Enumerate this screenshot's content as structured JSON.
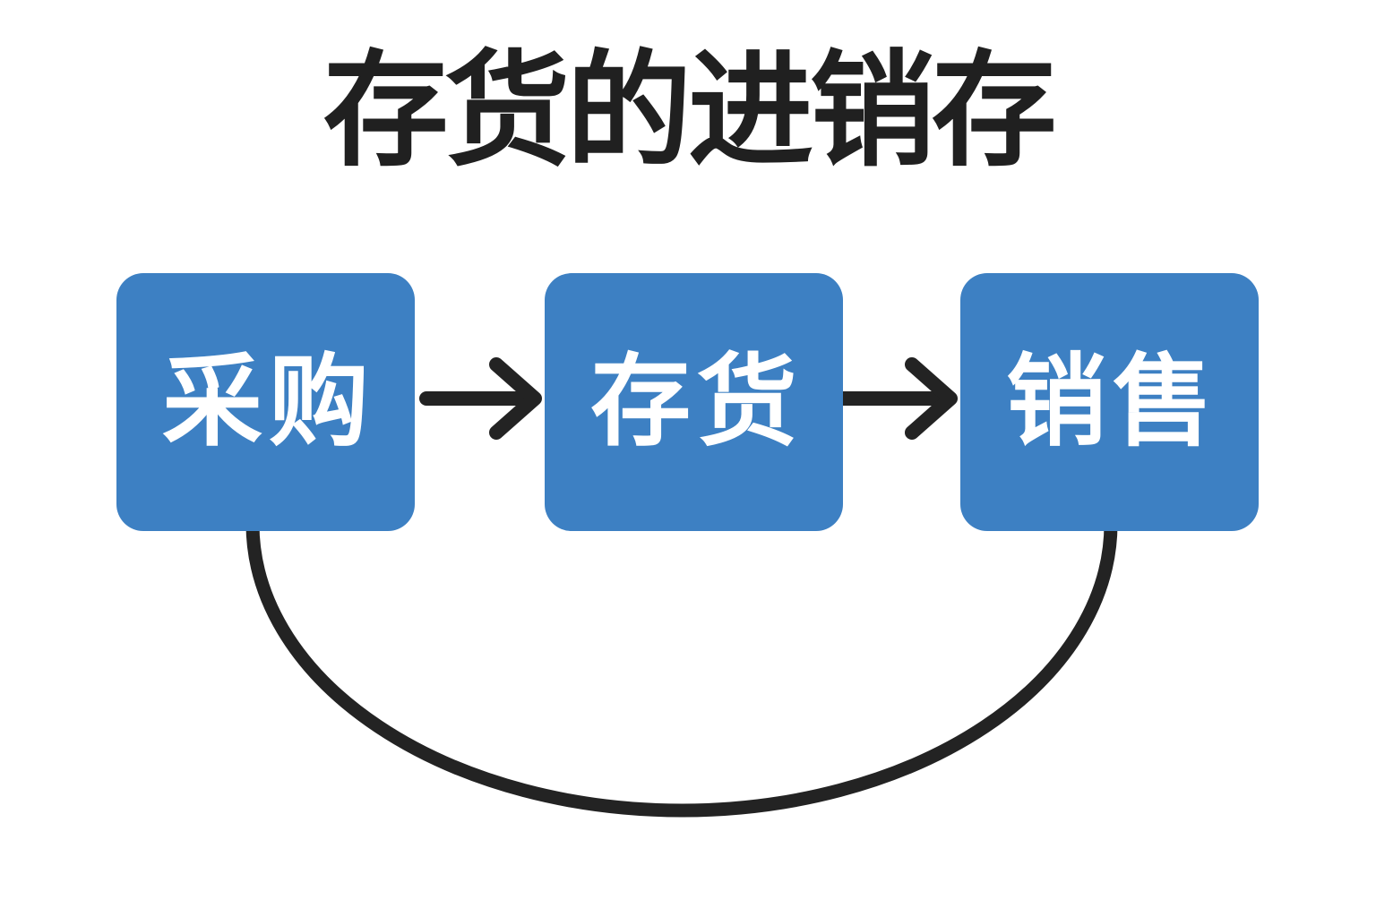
{
  "title": "存货的进销存",
  "diagram": {
    "nodes": [
      {
        "id": "procurement",
        "label": "采购"
      },
      {
        "id": "inventory",
        "label": "存货"
      },
      {
        "id": "sales",
        "label": "销售"
      }
    ],
    "edges": [
      {
        "from": "procurement",
        "to": "inventory",
        "style": "arrow-right",
        "arrowhead": "right"
      },
      {
        "from": "inventory",
        "to": "sales",
        "style": "arrow-right",
        "arrowhead": "right"
      },
      {
        "from": "sales",
        "to": "procurement",
        "style": "bottom-loop-curve",
        "arrowhead": "none"
      }
    ]
  },
  "theme": {
    "background": "#ffffff",
    "title_color": "#202020",
    "node_color": "#3d80c3",
    "node_text_color": "#ffffff",
    "line_color": "#232323"
  }
}
